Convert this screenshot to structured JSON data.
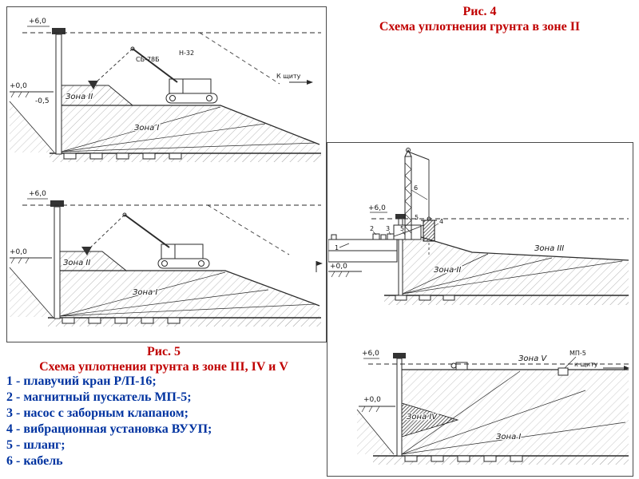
{
  "slide": {
    "accent_red": "#c00000",
    "accent_blue": "#0033a0",
    "diagram_ink": "#2a2a2a"
  },
  "fig4": {
    "caption_line1": "Рис. 4",
    "caption_line2": "Схема уплотнения грунта в зоне II"
  },
  "fig5": {
    "caption_line1": "Рис. 5",
    "caption_line2": "Схема уплотнения грунта в зоне III, IV и V",
    "legend": [
      "1 - плавучий кран Р/П-16;",
      "2 - магнитный пускатель МП-5;",
      "3 - насос с заборным клапаном;",
      "4 - вибрационная установка ВУУП;",
      "5 - шланг;",
      "6 - кабель"
    ]
  },
  "diagA": {
    "elev_top": "+6,0",
    "elev_zero": "+0,0",
    "elev_neg": "-0,5",
    "machine_label": "СБ-78Б",
    "boom_label": "Н-32",
    "zone2": "Зона II",
    "zone1": "Зона I",
    "to_shield": "К щиту"
  },
  "diagB": {
    "elev_top": "+6,0",
    "elev_zero": "+0,0",
    "zone2": "Зона II",
    "zone1": "Зона I"
  },
  "diagC": {
    "elev_top": "+6,0",
    "elev_zero": "+0,0",
    "zone3": "Зона III",
    "zone2": "Зона II",
    "n1": "1",
    "n2": "2",
    "n3": "3",
    "n4": "4",
    "n5": "5",
    "n6": "6"
  },
  "diagD": {
    "elev_top": "+6,0",
    "elev_zero": "+0,0",
    "zone_top": "Зона V",
    "zone_wedge": "Зона IV",
    "zone1": "Зона I",
    "mp5": "МП-5",
    "to_shield": "к щиту"
  }
}
